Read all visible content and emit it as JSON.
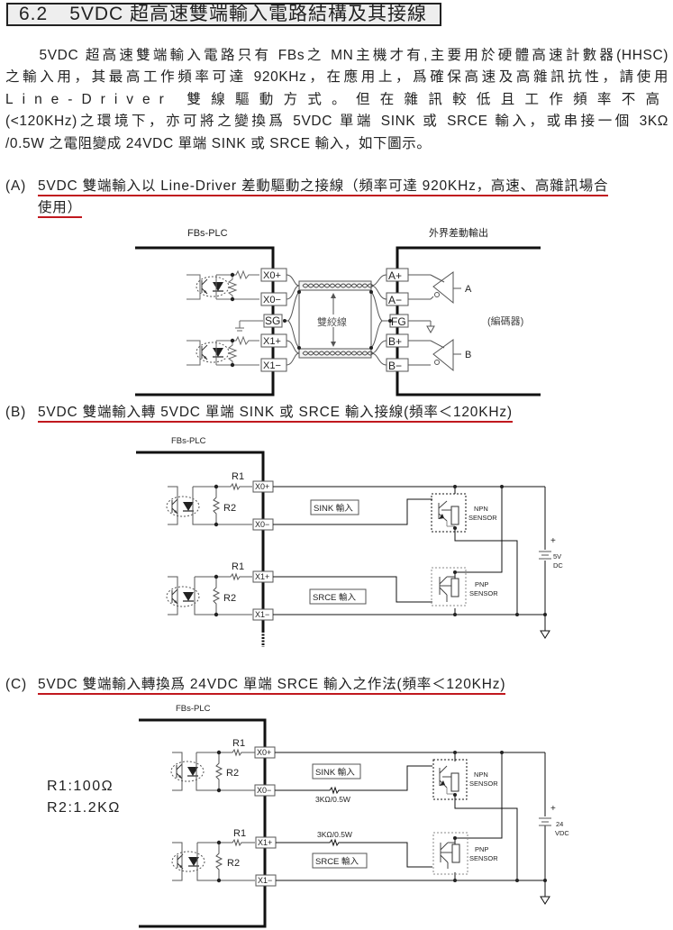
{
  "heading": {
    "number": "6.2",
    "title": "5VDC 超高速雙端輸入電路結構及其接線"
  },
  "intro_lines": [
    "　　5VDC 超高速雙端輸入電路只有 FBs之 MN主機才有,主要用於硬體高速計數器(HHSC)",
    "之輸入用，其最高工作頻率可達 920KHz，在應用上，爲確保高速及高雜訊抗性，請使用",
    "Line-Driver 雙線驅動方式。但在雜訊較低且工作頻率不高",
    "(<120KHz)之環境下，亦可將之變換爲 5VDC 單端 SINK 或 SRCE 輸入，或串接一個 3KΩ",
    "/0.5W 之電阻變成 24VDC 單端 SINK 或 SRCE 輸入，如下圖示。"
  ],
  "sections": {
    "a": {
      "label": "(A)",
      "title_line1": "5VDC 雙端輸入以 Line-Driver 差動驅動之接線（頻率可達 920KHz，高速、高雜訊場合",
      "title_line2": "使用）"
    },
    "b": {
      "label": "(B)",
      "title": "5VDC 雙端輸入轉 5VDC 單端 SINK 或 SRCE 輸入接線(頻率＜120KHz)"
    },
    "c": {
      "label": "(C)",
      "title": "5VDC 雙端輸入轉換爲 24VDC 單端 SRCE 輸入之作法(頻率＜120KHz)"
    }
  },
  "diagram_a": {
    "plc_label": "FBs-PLC",
    "encoder_label": "外界差動輸出",
    "encoder_name": "(編碼器)",
    "cable_label": "雙絞線",
    "plc_terminals": [
      "X0+",
      "X0−",
      "SG",
      "X1+",
      "X1−"
    ],
    "encoder_terminals": [
      "A+",
      "A−",
      "FG",
      "B+",
      "B−"
    ],
    "driver_outputs": [
      "A",
      "B"
    ]
  },
  "diagram_b": {
    "plc_label": "FBs-PLC",
    "resistors": [
      "R1",
      "R2"
    ],
    "terminals": [
      "X0+",
      "X0−",
      "X1+",
      "X1−"
    ],
    "sink_label": "SINK 輸入",
    "srce_label": "SRCE  輸入",
    "npn_label": [
      "NPN",
      "SENSOR"
    ],
    "pnp_label": [
      "PNP",
      "SENSOR"
    ],
    "supply_label": [
      "5V",
      "DC"
    ],
    "plus": "+"
  },
  "diagram_c": {
    "plc_label": "FBs-PLC",
    "resistors": [
      "R1",
      "R2"
    ],
    "terminals": [
      "X0+",
      "X0−",
      "X1+",
      "X1−"
    ],
    "sink_label": "SINK 輸入",
    "srce_label": "SRCE  輸入",
    "series_resistor": "3KΩ/0.5W",
    "npn_label": [
      "NPN",
      "SENSOR"
    ],
    "pnp_label": [
      "PNP",
      "SENSOR"
    ],
    "supply_label": [
      "24",
      "VDC"
    ],
    "plus": "+",
    "r1_value": "R1:100Ω",
    "r2_value": "R2:1.2KΩ"
  },
  "colors": {
    "underline": "#c0181e",
    "title_bg": "#eeeeee",
    "wire": "#111111",
    "gray_wire": "#888888"
  }
}
